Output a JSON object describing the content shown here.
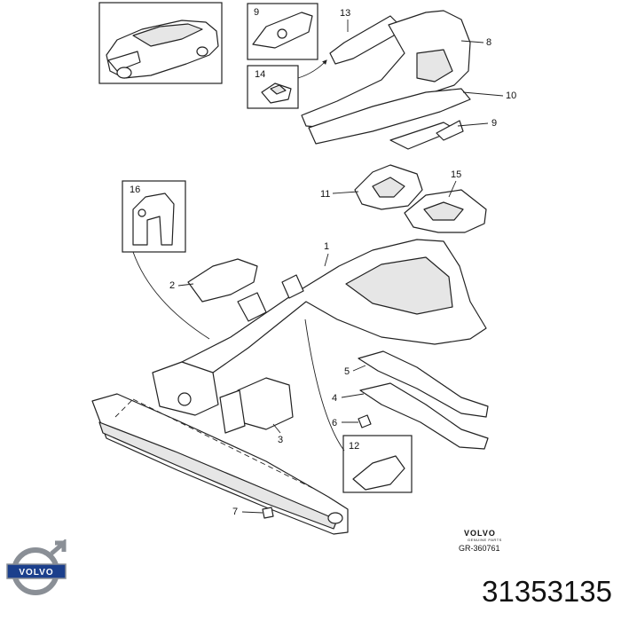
{
  "callouts": {
    "c1": "1",
    "c2": "2",
    "c3": "3",
    "c4": "4",
    "c5": "5",
    "c6": "6",
    "c7": "7",
    "c8": "8",
    "c9a": "9",
    "c9b": "9",
    "c10": "10",
    "c11": "11",
    "c12": "12",
    "c13": "13",
    "c14": "14",
    "c15": "15",
    "c16": "16"
  },
  "brand": {
    "name": "VOLVO",
    "subtitle": "GENUINE PARTS",
    "reference": "GR-360761",
    "logo_text": "VOLVO"
  },
  "part_number": "31353135",
  "colors": {
    "line": "#222222",
    "logo_blue": "#1b3f8c",
    "logo_steel": "#8a8f96"
  }
}
